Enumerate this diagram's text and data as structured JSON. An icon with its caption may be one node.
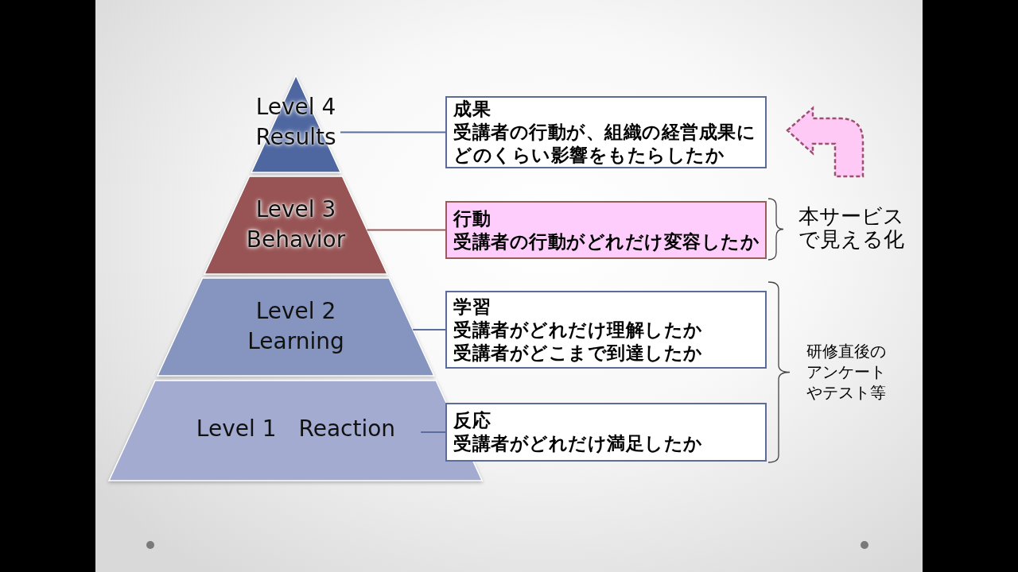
{
  "diagram": {
    "nodes": [
      {
        "text": [
          "Level 4 Results"
        ]
      },
      {
        "text": [
          "Level 3 Behavior"
        ]
      },
      {
        "text": [
          "Level 2 Learning"
        ]
      },
      {
        "text": [
          "Level 1　Reaction"
        ]
      },
      {
        "text": [
          "成果",
          "受講者の行動が、組織の経営成果にどのくらい影響をもたらしたか"
        ]
      },
      {
        "text": [
          "行動",
          "受講者の行動がどれだけ変容したか"
        ]
      },
      {
        "text": [
          "学習",
          "受講者がどれだけ理解したか",
          "受講者がどこまで到達したか"
        ]
      },
      {
        "text": [
          "反応",
          "受講者がどれだけ満足したか"
        ]
      }
    ],
    "edges": [
      {
        "from": 0,
        "to": 4,
        "arrow": "none"
      },
      {
        "from": 1,
        "to": 5,
        "arrow": "none",
        "color": "#9b5a5c"
      },
      {
        "from": 2,
        "to": 6,
        "arrow": "none"
      },
      {
        "from": 3,
        "to": 7,
        "arrow": "none"
      }
    ],
    "labels": [
      "本サービスで見える化",
      "研修直後のアンケートやテスト等"
    ]
  }
}
